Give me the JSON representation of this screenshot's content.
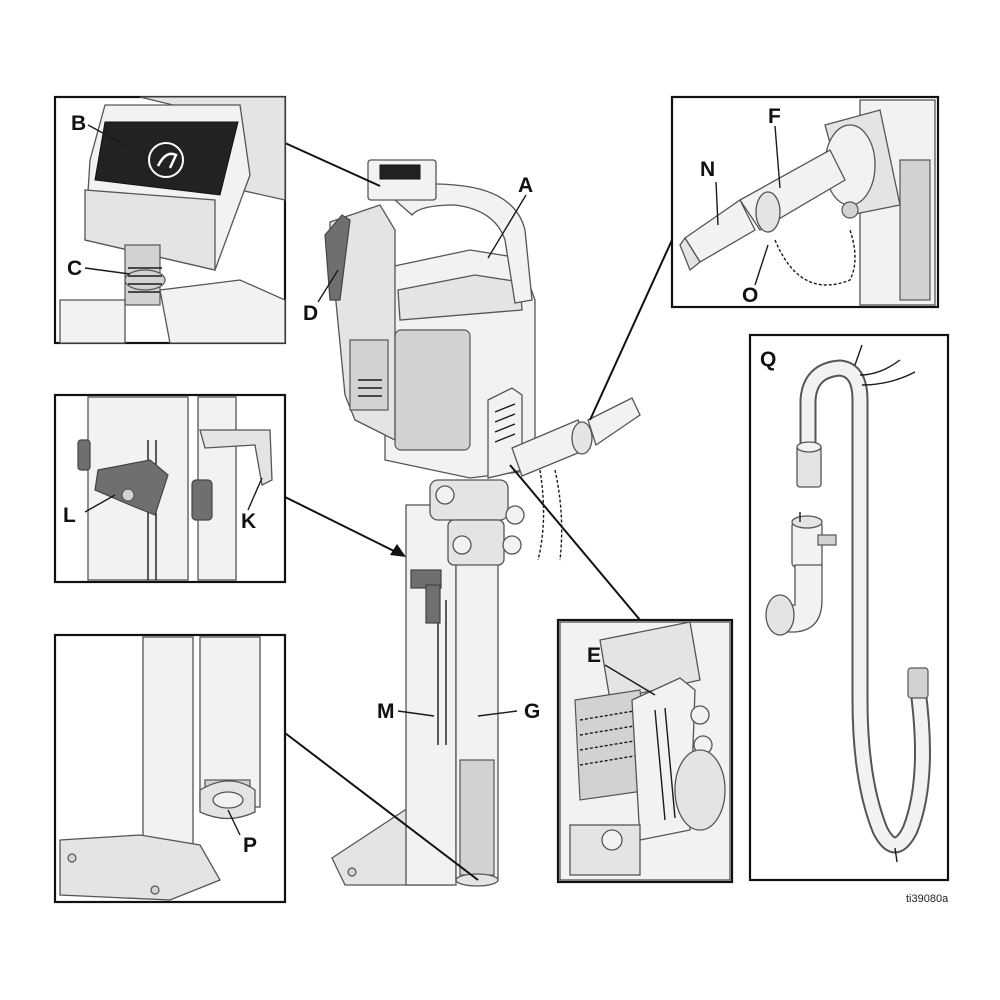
{
  "figure_id": "ti39080a",
  "callouts": {
    "A": "A",
    "B": "B",
    "C": "C",
    "D": "D",
    "E": "E",
    "F": "F",
    "G": "G",
    "K": "K",
    "L": "L",
    "M": "M",
    "N": "N",
    "O": "O",
    "P": "P",
    "Q": "Q"
  },
  "colors": {
    "outline": "#111111",
    "part_fill": "#f2f2f2",
    "shadow_fill": "#d2d2d2",
    "dark_part": "#6f6f6f"
  },
  "icons": {
    "label_plate_symbol": "circular-arrow-icon"
  }
}
